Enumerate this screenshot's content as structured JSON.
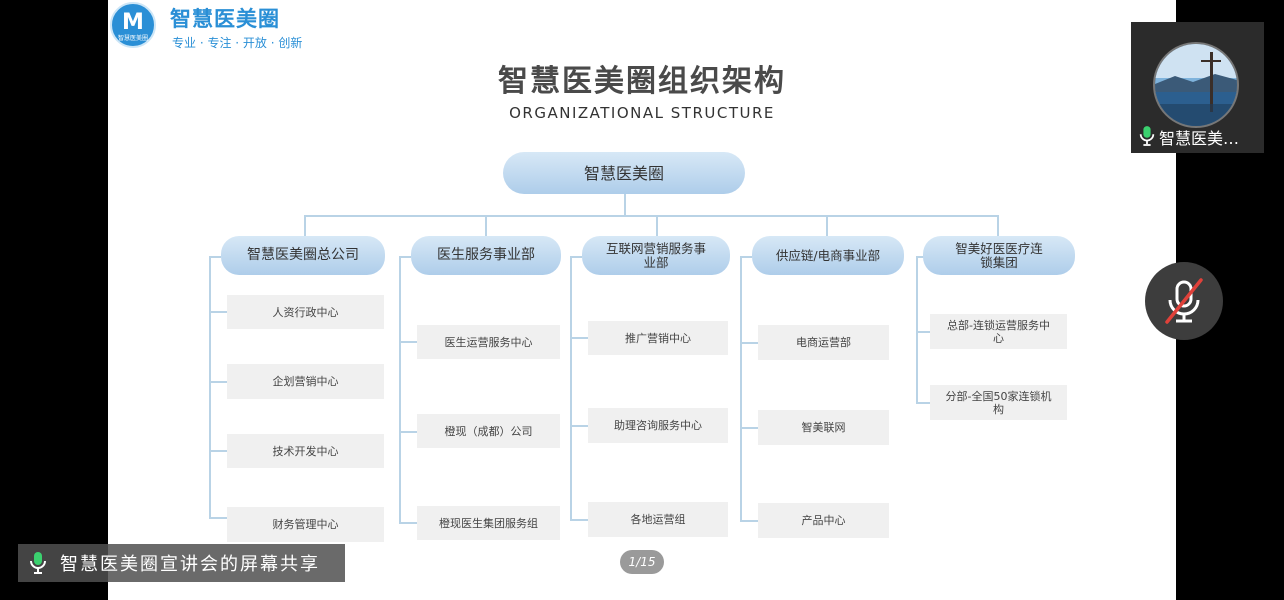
{
  "logo": {
    "mark": "M",
    "mark_sub": "智慧医美圈",
    "name": "智慧医美圈",
    "tagline": "专业 · 专注 · 开放 · 创新"
  },
  "slide": {
    "title": "智慧医美圈组织架构",
    "subtitle": "ORGANIZATIONAL STRUCTURE",
    "root": "智慧医美圈",
    "departments": [
      {
        "name": "智慧医美圈总公司",
        "items": [
          "人资行政中心",
          "企划营销中心",
          "技术开发中心",
          "财务管理中心"
        ]
      },
      {
        "name": "医生服务事业部",
        "items": [
          "医生运营服务中心",
          "橙现（成都）公司",
          "橙现医生集团服务组"
        ]
      },
      {
        "name": "互联网营销服务事业部",
        "items": [
          "推广营销中心",
          "助理咨询服务中心",
          "各地运营组"
        ]
      },
      {
        "name": "供应链/电商事业部",
        "items": [
          "电商运营部",
          "智美联网",
          "产品中心"
        ]
      },
      {
        "name": "智美好医医疗连锁集团",
        "items": [
          "总部-连锁运营服务中心",
          "分部-全国50家连锁机构"
        ]
      }
    ],
    "page_indicator": "1/15"
  },
  "share_banner": {
    "text": "智慧医美圈宣讲会的屏幕共享",
    "icon": "microphone-icon"
  },
  "participant": {
    "name": "智慧医美…",
    "icon": "microphone-icon"
  },
  "mute_button": {
    "icon": "microphone-muted-icon",
    "slash_color": "#e0413a"
  }
}
